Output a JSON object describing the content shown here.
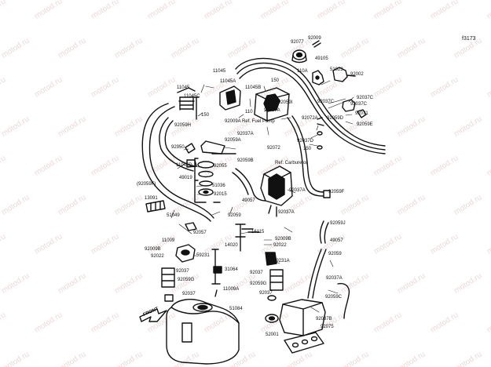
{
  "figure_number": "f3173",
  "watermark": "motod.ru",
  "front_marker": "FRONT",
  "ref_fuel_pump": "Ref. Fuel Pump",
  "ref_carburetor": "Ref. Carburetor",
  "parts": {
    "p92077": "92077",
    "p92009_top": "92009",
    "p49105": "49105",
    "p110A": "110A",
    "p51023": "51023",
    "p92002": "92002",
    "p92037C_a": "92037C",
    "p92037C_b": "92037C",
    "p92037C_c": "92037C",
    "p92071": "92071",
    "p92059E": "92059E",
    "p92059D": "92059D",
    "p92072A": "92072A",
    "p92037D": "92037D",
    "p150_a": "150",
    "p150_b": "150",
    "p150_c": "150",
    "p92072": "92072",
    "p92059I": "92059I",
    "p92037A_a": "92037A",
    "p92037A_b": "92037A",
    "p92037A_c": "92037A",
    "p92037A_d": "92037A",
    "p92009A": "92009A",
    "p110": "110",
    "p11045": "11045",
    "p11045A": "11045A",
    "p11045B": "11045B",
    "p11045_left": "11045",
    "p11045C": "11045C",
    "p11045D": "11045D",
    "p92059H": "92059H",
    "p92059A": "92059A",
    "p92059B": "92059B",
    "p92950": "92950",
    "p92055": "92055",
    "p49019": "49019",
    "p51036": "51036",
    "p92015": "92015",
    "p49057_a": "49057",
    "p49057_b": "49057",
    "p92059F_left": "(92059F)",
    "p92059F_right": "92059F",
    "p13091": "13091",
    "p51049": "51049",
    "p92059_a": "92059",
    "p92059_b": "92059",
    "p92057": "92057",
    "p16115": "16115",
    "p92009B_a": "92009B",
    "p92009B_b": "92009B",
    "p92022_a": "92022",
    "p92022_b": "92022",
    "p11009_a": "11009",
    "p11009A": "11009A",
    "p14020": "14020",
    "p59231": "59231",
    "p59231A": "59231A",
    "p92059J": "92059J",
    "p92059C": "92059C",
    "p92059G_a": "92059G",
    "p92059G_b": "92059G",
    "p92037_a": "92037",
    "p92037_b": "92037",
    "p92037_c": "92037",
    "p92037_d": "92037",
    "p31064": "31064",
    "p51084": "51084",
    "p52001": "52001",
    "p92037B": "92037B",
    "p92075": "92075",
    "p92037A_e": "92037A",
    "marker_A": "A"
  }
}
